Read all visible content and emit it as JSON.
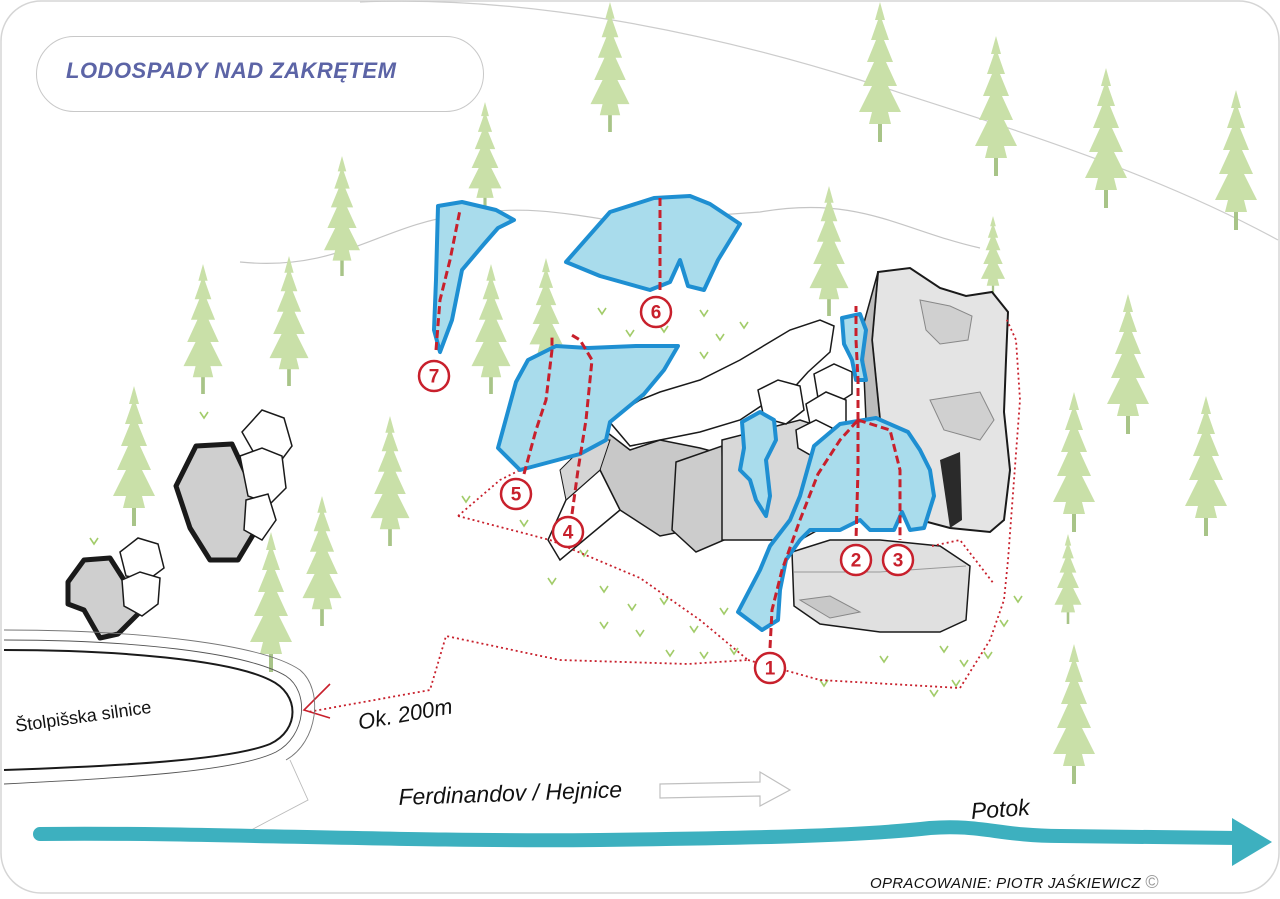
{
  "map": {
    "title": "LODOSPADY NAD ZAKRĘTEM",
    "road_label": "Štolpišska silnice",
    "distance_label": "Ok. 200m",
    "destination_label": "Ferdinandov / Hejnice",
    "stream_label": "Potok",
    "credit": "OPRACOWANIE:  PIOTR JAŚKIEWICZ",
    "copyright_symbol": "©"
  },
  "routes": [
    {
      "number": "1"
    },
    {
      "number": "2"
    },
    {
      "number": "3"
    },
    {
      "number": "4"
    },
    {
      "number": "5"
    },
    {
      "number": "6"
    },
    {
      "number": "7"
    }
  ],
  "colors": {
    "ice_fill": "#a9dcec",
    "ice_stroke": "#1e8fd2",
    "route_line": "#c8202c",
    "stream": "#3db0bf",
    "tree": "#c9e0a8",
    "rock": "#d0d0d0",
    "title_text": "#5c64a6"
  }
}
